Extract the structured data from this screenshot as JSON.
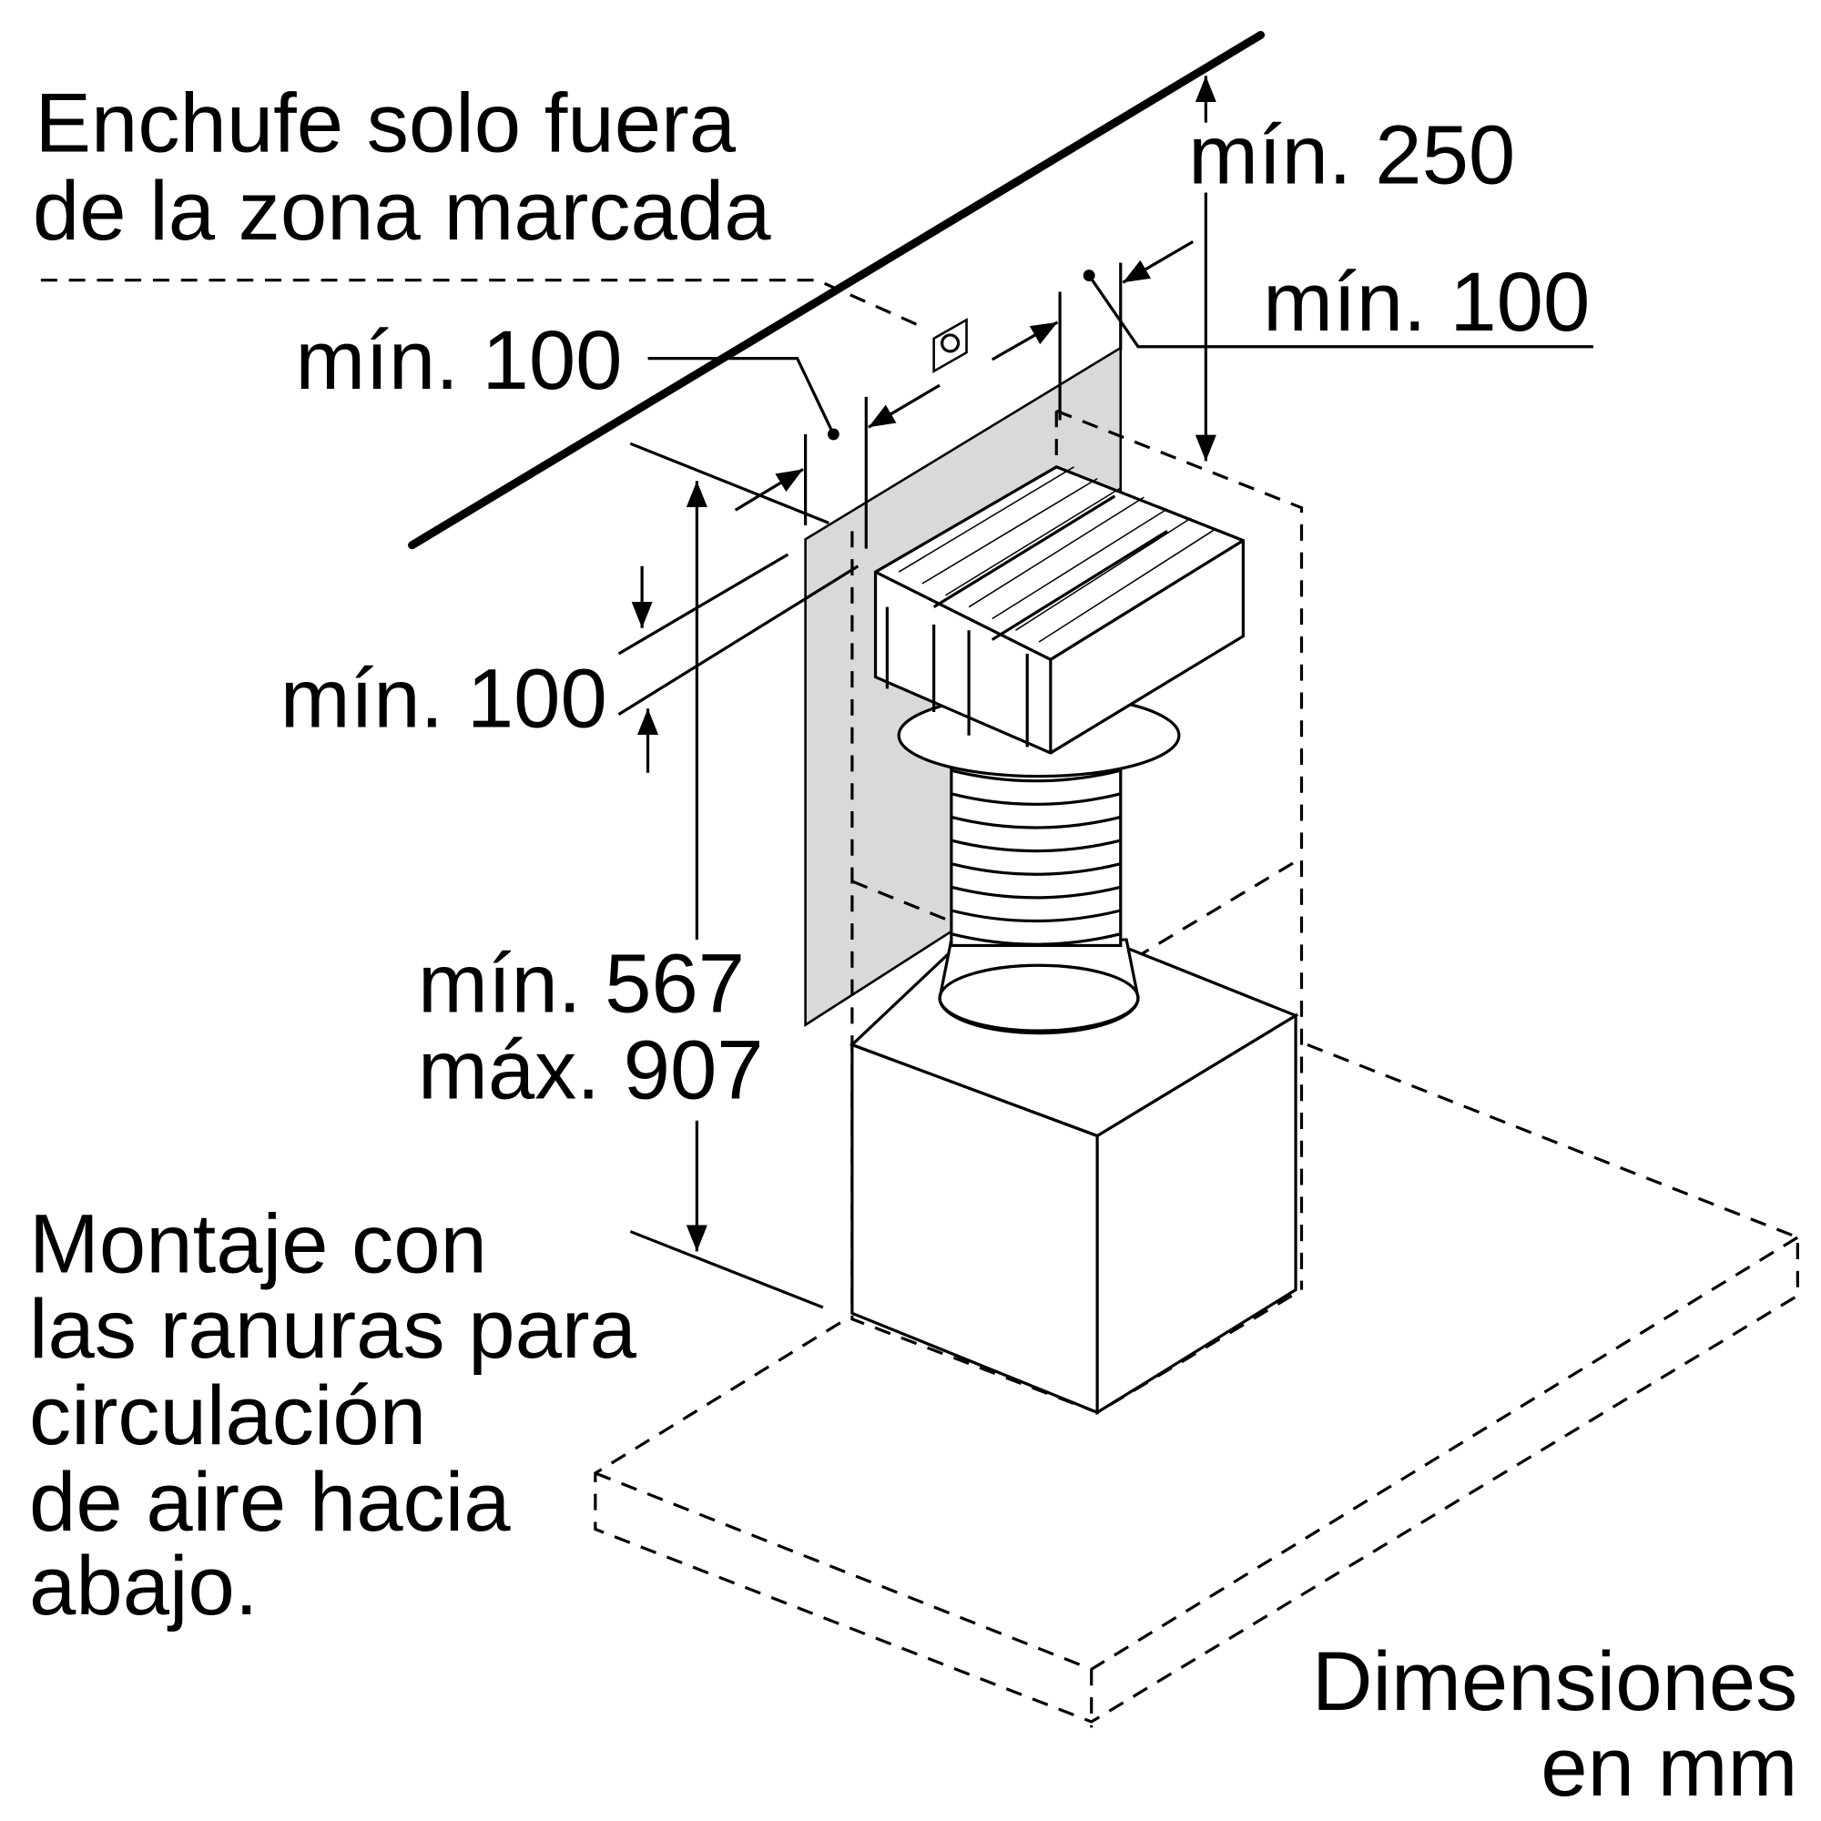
{
  "labels": {
    "socket_note_line1": "Enchufe solo fuera",
    "socket_note_line2": "de la zona marcada",
    "min_250": "mín. 250",
    "min_100_right": "mín. 100",
    "min_100_left": "mín. 100",
    "min_100_middle": "mín. 100",
    "height_min": "mín. 567",
    "height_max": "máx. 907",
    "mounting_note": [
      "Montaje con",
      "las ranuras para",
      "circulación",
      "de aire hacia",
      "abajo."
    ],
    "units_line1": "Dimensiones",
    "units_line2": "en mm"
  },
  "colors": {
    "line": "#000000",
    "marked_zone": "#d9d9d9"
  }
}
